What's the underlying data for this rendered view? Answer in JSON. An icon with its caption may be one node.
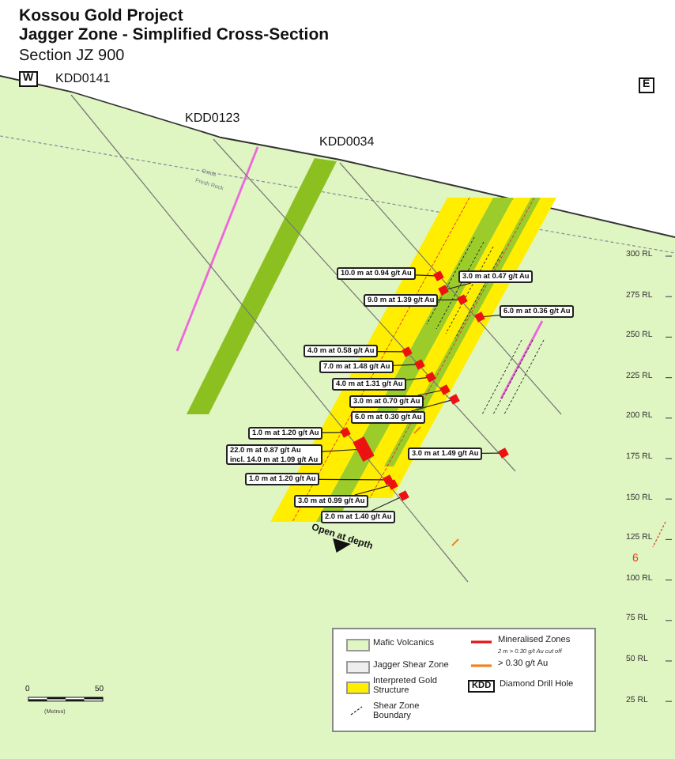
{
  "diagram": {
    "title": "Kossou Gold Project",
    "nodes": [
      {
        "text": [
          "10.0 m at 0.94 g/t Au"
        ]
      },
      {
        "text": [
          "3.0 m at 0.47 g/t Au"
        ]
      },
      {
        "text": [
          "9.0 m at 1.39 g/t Au"
        ]
      },
      {
        "text": [
          "6.0 m at 0.36 g/t Au"
        ]
      },
      {
        "text": [
          "4.0 m at 0.58 g/t Au"
        ]
      },
      {
        "text": [
          "7.0 m at 1.48 g/t Au"
        ]
      },
      {
        "text": [
          "4.0 m at 1.31 g/t Au"
        ]
      },
      {
        "text": [
          "3.0 m at 0.70 g/t Au"
        ]
      },
      {
        "text": [
          "6.0 m at 0.30 g/t Au"
        ]
      },
      {
        "text": [
          "1.0 m at 1.20 g/t Au"
        ]
      },
      {
        "text": [
          "22.0 m at 0.87 g/t Au",
          "incl. 14.0 m at 1.09 g/t Au"
        ]
      },
      {
        "text": [
          "3.0 m at 1.49 g/t Au"
        ]
      },
      {
        "text": [
          "1.0 m at 1.20 g/t Au"
        ]
      },
      {
        "text": [
          "3.0 m at 0.99 g/t Au"
        ]
      },
      {
        "text": [
          "2.0 m at 1.40 g/t Au"
        ]
      },
      {
        "text": [],
        "shape": "bar"
      },
      {
        "text": [],
        "shape": "bar"
      },
      {
        "text": [],
        "shape": "bar"
      },
      {
        "text": [],
        "shape": "bar"
      },
      {
        "text": [],
        "shape": "bar"
      },
      {
        "text": [],
        "shape": "bar"
      },
      {
        "text": [],
        "shape": "bar"
      },
      {
        "text": [],
        "shape": "bar"
      },
      {
        "text": [],
        "shape": "bar"
      },
      {
        "text": [],
        "shape": "bar"
      },
      {
        "text": [],
        "shape": "bar"
      },
      {
        "text": [],
        "shape": "bar"
      },
      {
        "text": [],
        "shape": "bar"
      },
      {
        "text": [],
        "shape": "bar"
      },
      {
        "text": [],
        "shape": "bar"
      }
    ],
    "edges": [
      {
        "from": 0,
        "to": 15,
        "arrow": "none"
      },
      {
        "from": 1,
        "to": 16,
        "arrow": "none"
      },
      {
        "from": 2,
        "to": 17,
        "arrow": "none"
      },
      {
        "from": 3,
        "to": 18,
        "arrow": "none"
      },
      {
        "from": 4,
        "to": 19,
        "arrow": "none"
      },
      {
        "from": 5,
        "to": 20,
        "arrow": "none"
      },
      {
        "from": 6,
        "to": 21,
        "arrow": "none"
      },
      {
        "from": 7,
        "to": 22,
        "arrow": "none"
      },
      {
        "from": 8,
        "to": 23,
        "arrow": "none"
      },
      {
        "from": 9,
        "to": 24,
        "arrow": "none"
      },
      {
        "from": 10,
        "to": 25,
        "arrow": "none"
      },
      {
        "from": 11,
        "to": 26,
        "arrow": "none"
      },
      {
        "from": 12,
        "to": 27,
        "arrow": "none"
      },
      {
        "from": 13,
        "to": 28,
        "arrow": "none"
      },
      {
        "from": 14,
        "to": 29,
        "arrow": "none"
      }
    ],
    "labels": [
      "Jagger Zone - Simplified Cross-Section",
      "Section JZ 900",
      "W",
      "KDD0141",
      "E",
      "KDD0123",
      "KDD0034",
      "Oxide",
      "Fresh Rock",
      "300 RL",
      "275 RL",
      "250 RL",
      "225 RL",
      "200 RL",
      "175 RL",
      "150 RL",
      "125 RL",
      "100 RL",
      "75 RL",
      "50 RL",
      "25 RL",
      "6",
      "Open at depth",
      "0",
      "50",
      "(Metres)",
      "KDD",
      "2 m > 0.30 g/t Au cut off"
    ],
    "legend": [
      {
        "text": "Mafic Volcanics",
        "color": "#dff5c2"
      },
      {
        "text": "Mineralised Zones"
      },
      {
        "text": "Jagger Shear Zone",
        "color": "#eeeeee"
      },
      {
        "text": "> 0.30 g/t Au"
      },
      {
        "text": "Interpreted Gold Structure",
        "color": "#ffee00"
      },
      {
        "text": "Diamond Drill Hole"
      },
      {
        "text": "Shear Zone Boundary"
      }
    ]
  }
}
